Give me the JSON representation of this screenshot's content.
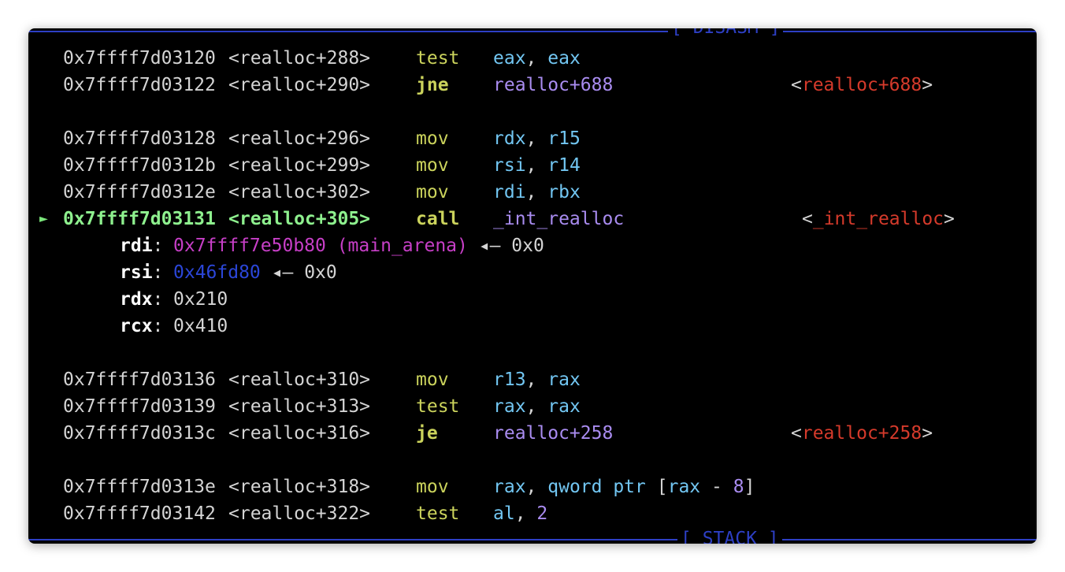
{
  "headers": {
    "disasm": "[ DISASM ]",
    "stack": "[ STACK ]"
  },
  "current_marker": "►",
  "lines": [
    {
      "addr": "0x7ffff7d03120",
      "sym": "<realloc+288>",
      "mn": "test",
      "op1": "eax",
      "op2": "eax"
    },
    {
      "addr": "0x7ffff7d03122",
      "sym": "<realloc+290>",
      "mn": "jne",
      "target": "realloc+688",
      "cmt_open": "<",
      "cmt": "realloc+688",
      "cmt_close": ">"
    },
    {
      "addr": "0x7ffff7d03128",
      "sym": "<realloc+296>",
      "mn": "mov",
      "op1": "rdx",
      "op2": "r15"
    },
    {
      "addr": "0x7ffff7d0312b",
      "sym": "<realloc+299>",
      "mn": "mov",
      "op1": "rsi",
      "op2": "r14"
    },
    {
      "addr": "0x7ffff7d0312e",
      "sym": "<realloc+302>",
      "mn": "mov",
      "op1": "rdi",
      "op2": "rbx"
    },
    {
      "addr": "0x7ffff7d03131",
      "sym": "<realloc+305>",
      "mn": "call",
      "target": "_int_realloc",
      "cmt_open": "<",
      "cmt": "_int_realloc",
      "cmt_close": ">"
    },
    {
      "addr": "0x7ffff7d03136",
      "sym": "<realloc+310>",
      "mn": "mov",
      "op1": "r13",
      "op2": "rax"
    },
    {
      "addr": "0x7ffff7d03139",
      "sym": "<realloc+313>",
      "mn": "test",
      "op1": "rax",
      "op2": "rax"
    },
    {
      "addr": "0x7ffff7d0313c",
      "sym": "<realloc+316>",
      "mn": "je",
      "target": "realloc+258",
      "cmt_open": "<",
      "cmt": "realloc+258",
      "cmt_close": ">"
    },
    {
      "addr": "0x7ffff7d0313e",
      "sym": "<realloc+318>",
      "mn": "mov",
      "op1": "rax",
      "ptr": "qword ptr",
      "base": "rax",
      "minus": "-",
      "disp": "8"
    },
    {
      "addr": "0x7ffff7d03142",
      "sym": "<realloc+322>",
      "mn": "test",
      "op1": "al",
      "imm": "2"
    }
  ],
  "args": [
    {
      "name": "rdi",
      "value": "0x7ffff7e50b80 (main_arena)",
      "arrow": "◂—",
      "deref": "0x0"
    },
    {
      "name": "rsi",
      "value": "0x46fd80",
      "arrow": "◂—",
      "deref": "0x0"
    },
    {
      "name": "rdx",
      "value": "0x210"
    },
    {
      "name": "rcx",
      "value": "0x410"
    }
  ],
  "punct": {
    "comma": ", ",
    "colon": ":",
    "lbracket": "[",
    "rbracket": "]",
    "space": " "
  },
  "colors": {
    "mnemonic": "#cbd35c",
    "register": "#72c6f2",
    "label": "#a98cf0",
    "comment_target": "#d53a2b",
    "current_line": "#8ef08e",
    "header": "#2d3fc4",
    "heap_pointer": "#c73fc7",
    "data_pointer": "#2b46d8"
  }
}
